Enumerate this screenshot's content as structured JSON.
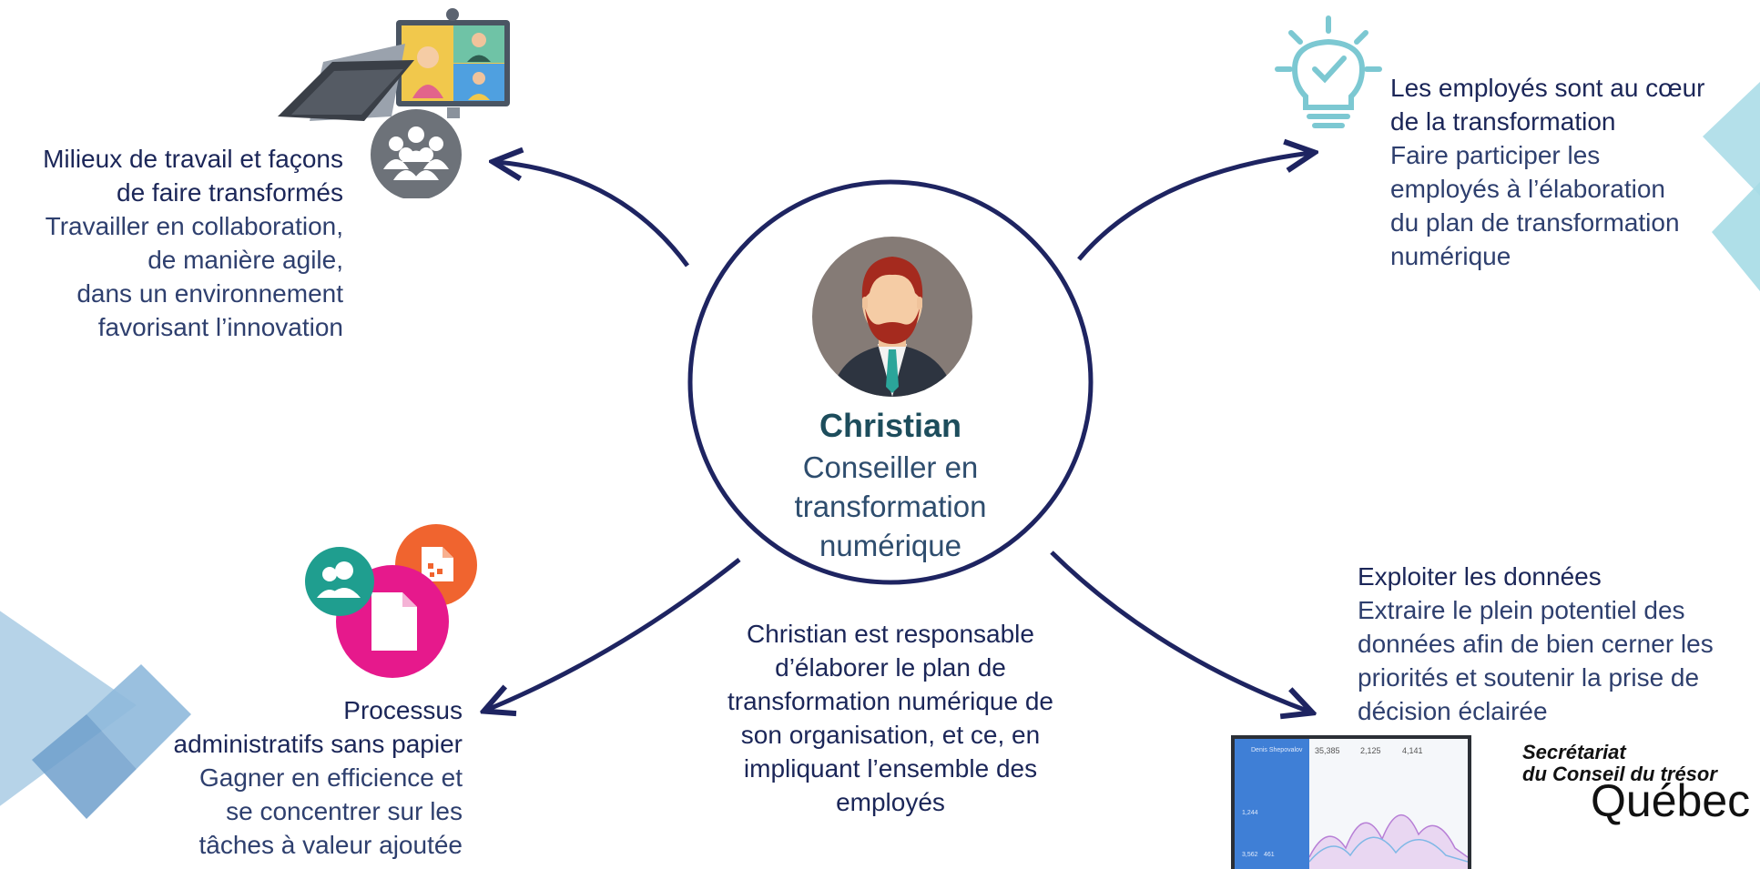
{
  "center": {
    "name": "Christian",
    "role": [
      "Conseiller en",
      "transformation",
      "numérique"
    ],
    "description": [
      "Christian est responsable",
      "d’élaborer le plan de",
      "transformation numérique de",
      "son organisation, et ce, en",
      "impliquant l’ensemble des",
      "employés"
    ]
  },
  "workplace": {
    "title": [
      "Milieux de travail et façons",
      "de faire transformés"
    ],
    "body": [
      "Travailler en collaboration,",
      "de manière agile,",
      "dans un environnement",
      "favorisant l’innovation"
    ]
  },
  "employees": {
    "title": [
      "Les employés sont au cœur",
      "de la transformation"
    ],
    "body": [
      "Faire participer les",
      "employés à l’élaboration",
      "du plan de transformation",
      "numérique"
    ]
  },
  "paperless": {
    "title": [
      "Processus",
      "administratifs sans papier"
    ],
    "body": [
      "Gagner en efficience et",
      "se concentrer sur les",
      "tâches à valeur ajoutée"
    ]
  },
  "data": {
    "title": "Exploiter les données",
    "body": [
      "Extraire le plein potentiel des",
      "données afin de bien cerner les",
      "priorités et soutenir la prise de",
      "décision éclairée"
    ]
  },
  "logo": {
    "line1": "Secrétariat",
    "line2": "du Conseil du trésor",
    "line3": "Québec"
  },
  "dashboard": {
    "user": "Denis Shepovalov",
    "stats": [
      "35,385",
      "2,125",
      "4,141"
    ],
    "side_stats": [
      "1,244",
      "3,562",
      "461"
    ]
  },
  "colors": {
    "navy": "#1e2461",
    "teal": "#1f9e8f",
    "pink": "#e6198c",
    "orange": "#f0642f",
    "lightblue": "#a9cde6",
    "bulb": "#7cc8d2"
  }
}
